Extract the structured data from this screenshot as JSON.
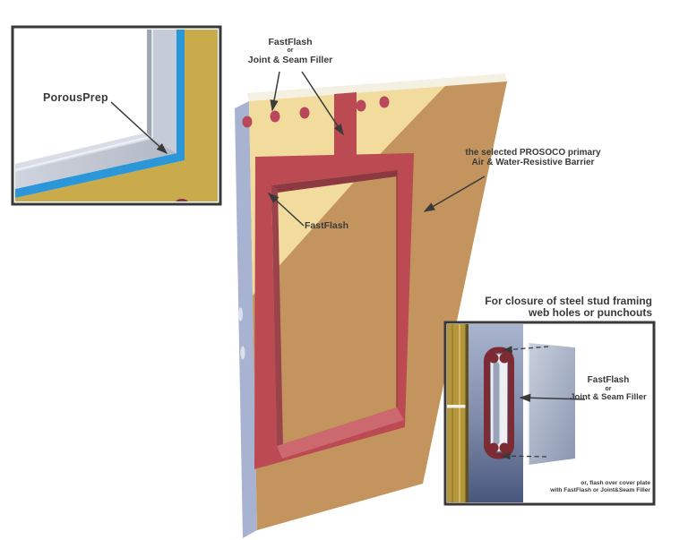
{
  "colors": {
    "ink": "#3a3a3a",
    "sheathing_yellow": "#f1dc9e",
    "barrier_tan": "#c4945e",
    "fastflash_red": "#bb4a52",
    "fastflash_dark_red": "#7c2b33",
    "porousprep_blue": "#2b97d8",
    "panel_edge_blue": "#a8b3d2",
    "gold": "#c9ab4c",
    "border_dark": "#383838"
  },
  "labels": {
    "top": {
      "l1": "FastFlash",
      "l2": "or",
      "l3": "Joint & Seam Filler"
    },
    "porousprep": "PorousPrep",
    "barrier": {
      "l1": "the selected PROSOCO primary",
      "l2": "Air & Water-Resistive Barrier"
    },
    "fastflash_mid": "FastFlash"
  },
  "inset_punchout": {
    "heading": {
      "l1": "For closure of steel stud framing",
      "l2": "web holes or punchouts"
    },
    "label": {
      "l1": "FastFlash",
      "l2": "or",
      "l3": "Joint & Seam Filler"
    },
    "note": {
      "l1": "or, flash over cover plate",
      "l2": "with FastFlash or Joint&Seam Filler"
    }
  }
}
